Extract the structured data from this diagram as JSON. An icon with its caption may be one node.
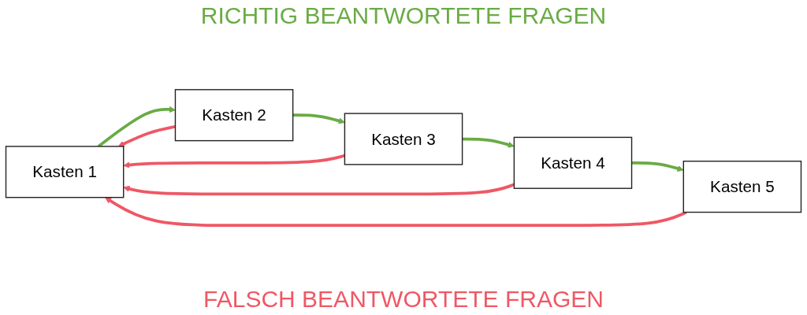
{
  "diagram": {
    "nodes": [
      {
        "text": [
          "Kasten 1"
        ]
      },
      {
        "text": [
          "Kasten 2"
        ]
      },
      {
        "text": [
          "Kasten 3"
        ]
      },
      {
        "text": [
          "Kasten 4"
        ]
      },
      {
        "text": [
          "Kasten 5"
        ]
      }
    ],
    "edges": [
      {
        "from": 0,
        "to": 1,
        "arrow": "to",
        "color": "#6aab45"
      },
      {
        "from": 1,
        "to": 2,
        "arrow": "to",
        "color": "#6aab45"
      },
      {
        "from": 2,
        "to": 3,
        "arrow": "to",
        "color": "#6aab45"
      },
      {
        "from": 3,
        "to": 4,
        "arrow": "to",
        "color": "#6aab45"
      },
      {
        "from": 1,
        "to": 0,
        "arrow": "to",
        "color": "#ee5865"
      },
      {
        "from": 2,
        "to": 0,
        "arrow": "to",
        "color": "#ee5865"
      },
      {
        "from": 3,
        "to": 0,
        "arrow": "to",
        "color": "#ee5865"
      },
      {
        "from": 4,
        "to": 0,
        "arrow": "to",
        "color": "#ee5865"
      }
    ],
    "labels": [
      "RICHTIG BEANTWORTETE FRAGEN",
      "FALSCH BEANTWORTETE FRAGEN"
    ]
  }
}
